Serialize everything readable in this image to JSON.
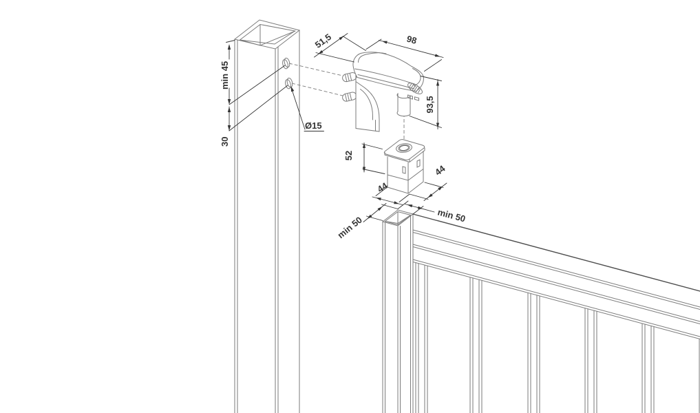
{
  "drawing": {
    "background": "#ffffff",
    "colors": {
      "geometry_line": "#7a7a7a",
      "outline_dark": "#4e4e4e",
      "dimension": "#333333",
      "background": "#ffffff"
    },
    "post": {
      "top_offset_label": "min 45",
      "hole_spacing_label": "30",
      "hole_diameter_label": "Ø15"
    },
    "latch": {
      "depth_label": "51,5",
      "width_label": "98",
      "height_label": "93,5"
    },
    "keeper": {
      "height_label": "52",
      "front_width_label": "44",
      "side_depth_label": "44"
    },
    "gate": {
      "frame_depth_label": "min 50",
      "frame_width_label": "min 50"
    }
  }
}
